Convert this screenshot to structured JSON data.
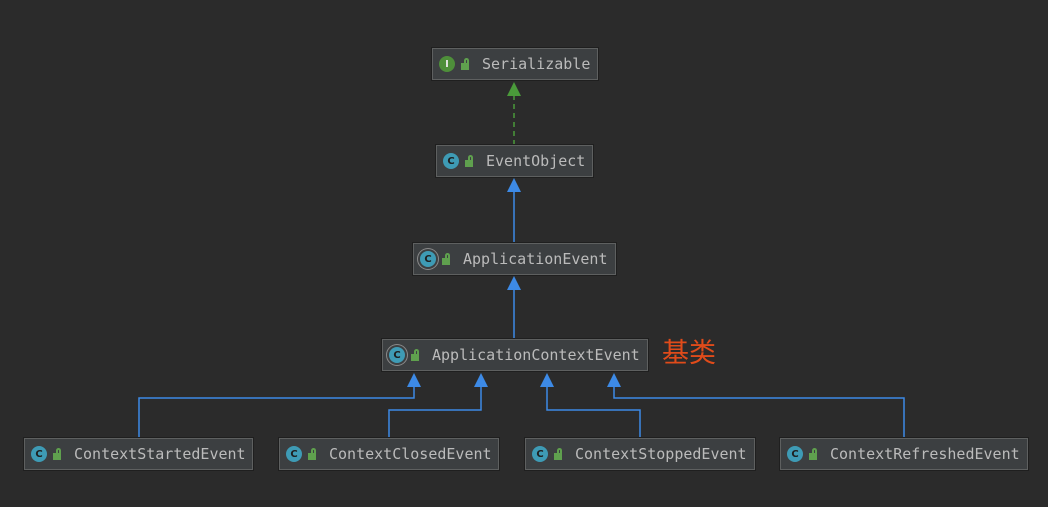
{
  "diagram": {
    "nodes": {
      "serializable": {
        "label": "Serializable",
        "kind": "interface",
        "kind_letter": "I",
        "icon": "interface-icon"
      },
      "event_object": {
        "label": "EventObject",
        "kind": "class",
        "kind_letter": "C",
        "icon": "class-icon"
      },
      "application_event": {
        "label": "ApplicationEvent",
        "kind": "abstract-class",
        "kind_letter": "C",
        "icon": "abstract-class-icon"
      },
      "application_context_event": {
        "label": "ApplicationContextEvent",
        "kind": "abstract-class",
        "kind_letter": "C",
        "icon": "abstract-class-icon"
      },
      "context_started_event": {
        "label": "ContextStartedEvent",
        "kind": "class",
        "kind_letter": "C",
        "icon": "class-icon"
      },
      "context_closed_event": {
        "label": "ContextClosedEvent",
        "kind": "class",
        "kind_letter": "C",
        "icon": "class-icon"
      },
      "context_stopped_event": {
        "label": "ContextStoppedEvent",
        "kind": "class",
        "kind_letter": "C",
        "icon": "class-icon"
      },
      "context_refreshed_event": {
        "label": "ContextRefreshedEvent",
        "kind": "class",
        "kind_letter": "C",
        "icon": "class-icon"
      }
    },
    "edges": [
      {
        "from": "event_object",
        "to": "serializable",
        "type": "implements"
      },
      {
        "from": "application_event",
        "to": "event_object",
        "type": "extends"
      },
      {
        "from": "application_context_event",
        "to": "application_event",
        "type": "extends"
      },
      {
        "from": "context_started_event",
        "to": "application_context_event",
        "type": "extends"
      },
      {
        "from": "context_closed_event",
        "to": "application_context_event",
        "type": "extends"
      },
      {
        "from": "context_stopped_event",
        "to": "application_context_event",
        "type": "extends"
      },
      {
        "from": "context_refreshed_event",
        "to": "application_context_event",
        "type": "extends"
      }
    ],
    "annotation": "基类",
    "colors": {
      "background": "#2b2b2b",
      "node_fill": "#3c3f41",
      "node_border": "#5e6060",
      "label_text": "#bbbbbb",
      "extends_arrow": "#3d8ae6",
      "implements_arrow": "#4a9a3a",
      "annotation_text": "#e04b1a",
      "class_icon": "#3e9bb5",
      "interface_icon": "#4e8f3a",
      "public_lock": "#5fa04e"
    }
  }
}
